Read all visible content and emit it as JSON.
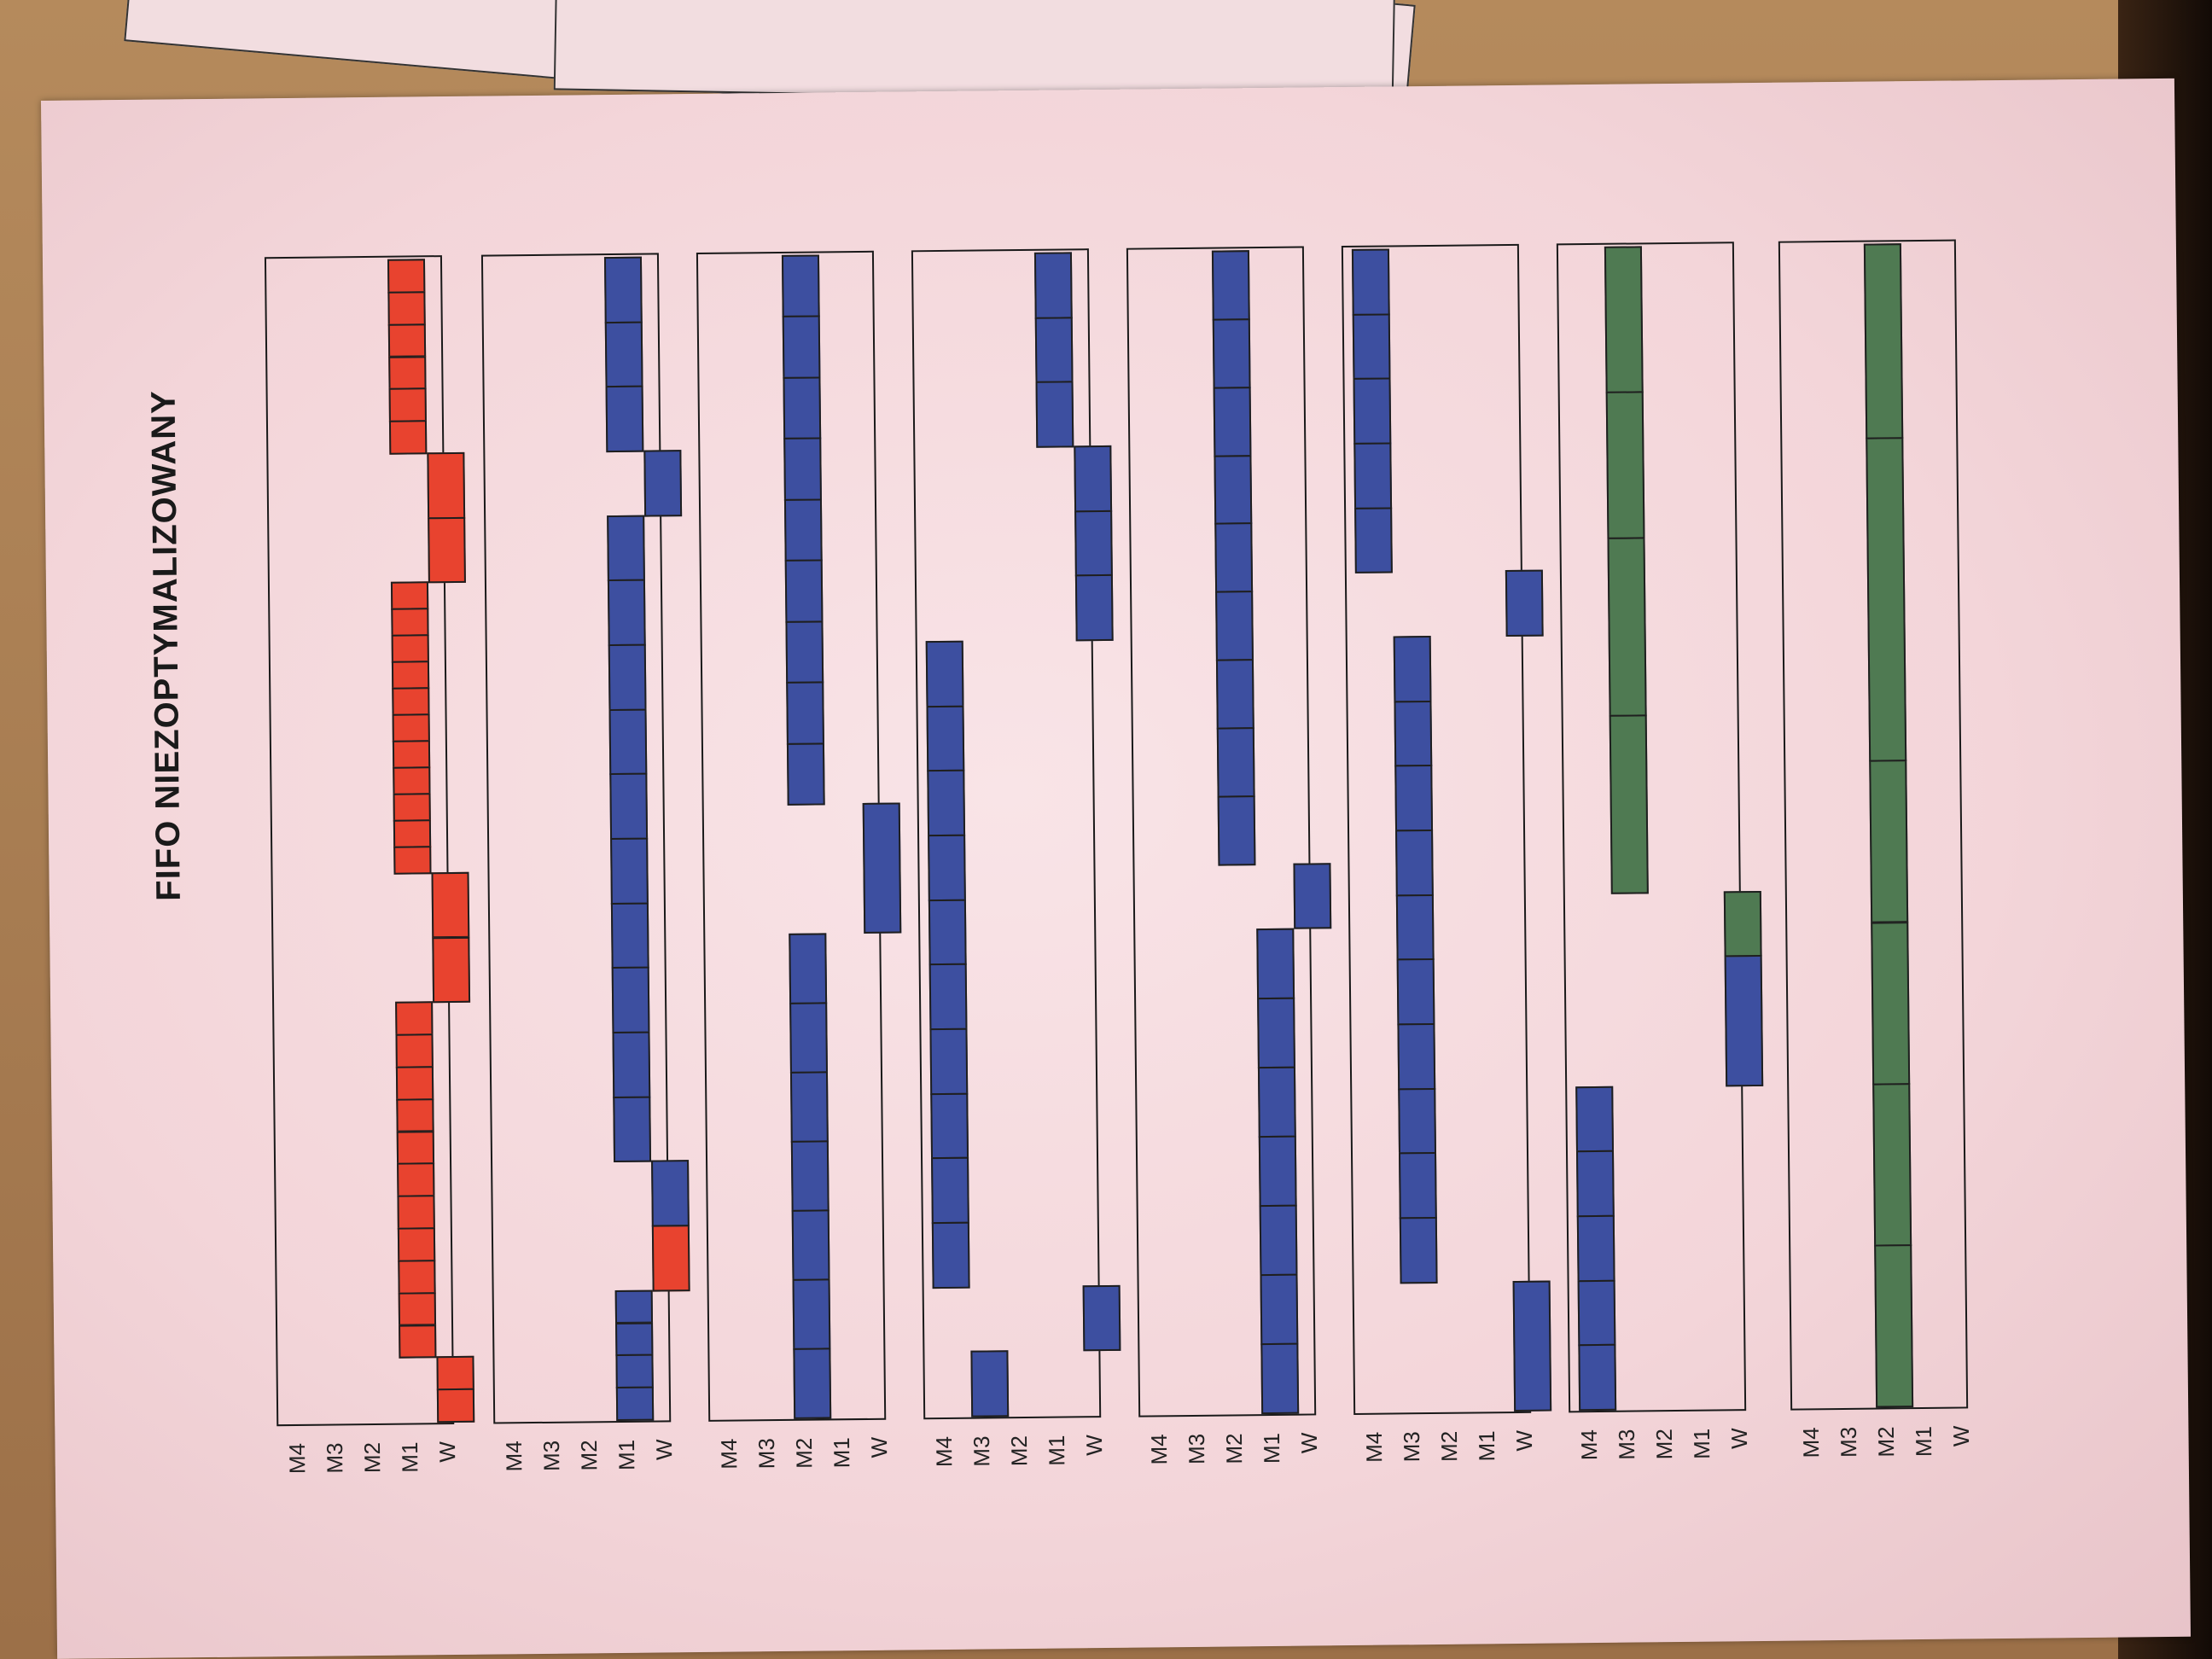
{
  "page_title": "FIFO NIEZOPTYMALIZOWANY",
  "row_labels": [
    "M4",
    "M3",
    "M2",
    "M1",
    "W"
  ],
  "colors": {
    "red": "#e8432f",
    "blue": "#3d4fa0",
    "green": "#4f7a52"
  },
  "chart_data": {
    "type": "gantt",
    "title": "FIFO NIEZOPTYMALIZOWANY",
    "axis_range": [
      0,
      36
    ],
    "rows": [
      "M4",
      "M3",
      "M2",
      "M1",
      "W"
    ],
    "panels": [
      {
        "color": "red",
        "blocks": [
          {
            "row": "W",
            "start": 0,
            "end": 2,
            "units": 2
          },
          {
            "row": "M1",
            "start": 2,
            "end": 13,
            "units": 11
          },
          {
            "row": "W",
            "start": 13,
            "end": 17,
            "units": 2
          },
          {
            "row": "M1",
            "start": 17,
            "end": 26,
            "units": 11
          },
          {
            "row": "W",
            "start": 26,
            "end": 30,
            "units": 2
          },
          {
            "row": "M1",
            "start": 30,
            "end": 36,
            "units": 6
          }
        ]
      },
      {
        "color": "blue",
        "blocks": [
          {
            "row": "M1",
            "start": 0,
            "end": 4,
            "units": 4
          },
          {
            "row": "W",
            "start": 4,
            "end": 6,
            "units": 1,
            "color": "red"
          },
          {
            "row": "W",
            "start": 6,
            "end": 8,
            "units": 1
          },
          {
            "row": "M1",
            "start": 8,
            "end": 28,
            "units": 10
          },
          {
            "row": "W",
            "start": 28,
            "end": 30,
            "units": 1
          },
          {
            "row": "M1",
            "start": 30,
            "end": 36,
            "units": 3
          }
        ]
      },
      {
        "color": "blue",
        "blocks": [
          {
            "row": "M2",
            "start": 0,
            "end": 15,
            "units": 7
          },
          {
            "row": "W",
            "start": 15,
            "end": 19,
            "units": 1
          },
          {
            "row": "M2",
            "start": 19,
            "end": 36,
            "units": 9
          }
        ]
      },
      {
        "color": "blue",
        "blocks": [
          {
            "row": "M3",
            "start": 0,
            "end": 2,
            "units": 1
          },
          {
            "row": "W",
            "start": 2,
            "end": 4,
            "units": 1
          },
          {
            "row": "M4",
            "start": 4,
            "end": 24,
            "units": 10
          },
          {
            "row": "W",
            "start": 24,
            "end": 30,
            "units": 3
          },
          {
            "row": "M1",
            "start": 30,
            "end": 36,
            "units": 3
          }
        ]
      },
      {
        "color": "blue",
        "blocks": [
          {
            "row": "M1",
            "start": 0,
            "end": 15,
            "units": 7
          },
          {
            "row": "W",
            "start": 15,
            "end": 17,
            "units": 1
          },
          {
            "row": "M2",
            "start": 17,
            "end": 36,
            "units": 9
          }
        ]
      },
      {
        "color": "blue",
        "blocks": [
          {
            "row": "W",
            "start": 0,
            "end": 4,
            "units": 1
          },
          {
            "row": "M3",
            "start": 4,
            "end": 24,
            "units": 10
          },
          {
            "row": "W",
            "start": 24,
            "end": 26,
            "units": 1
          },
          {
            "row": "M4",
            "start": 26,
            "end": 36,
            "units": 5
          }
        ]
      },
      {
        "color": "green",
        "blocks": [
          {
            "row": "M4",
            "start": 0,
            "end": 10,
            "units": 5,
            "color": "blue"
          },
          {
            "row": "W",
            "start": 10,
            "end": 14,
            "units": 1,
            "color": "blue"
          },
          {
            "row": "W",
            "start": 14,
            "end": 16,
            "units": 1
          },
          {
            "row": "M3",
            "start": 16,
            "end": 27,
            "units": 2
          },
          {
            "row": "M3",
            "start": 27,
            "end": 36,
            "units": 2
          }
        ]
      },
      {
        "color": "green",
        "blocks": [
          {
            "row": "M2",
            "start": 0,
            "end": 10,
            "units": 2
          },
          {
            "row": "M2",
            "start": 10,
            "end": 20,
            "units": 2
          },
          {
            "row": "M2",
            "start": 20,
            "end": 30,
            "units": 1
          },
          {
            "row": "M2",
            "start": 30,
            "end": 36,
            "units": 1
          }
        ]
      }
    ]
  }
}
